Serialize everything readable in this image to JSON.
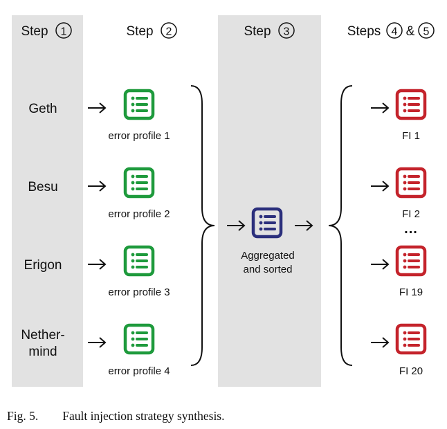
{
  "columns": {
    "step1": {
      "label": "Step",
      "num": "1"
    },
    "step2": {
      "label": "Step",
      "num": "2"
    },
    "step3": {
      "label": "Step",
      "num": "3"
    },
    "steps45": {
      "label": "Steps",
      "num_a": "4",
      "amp": "&",
      "num_b": "5"
    }
  },
  "clients": [
    "Geth",
    "Besu",
    "Erigon",
    "Nether-",
    "mind"
  ],
  "profiles": [
    "error profile 1",
    "error profile 2",
    "error profile 3",
    "error profile 4"
  ],
  "aggregate": {
    "line1": "Aggregated",
    "line2": "and sorted"
  },
  "fis": [
    "FI 1",
    "FI 2",
    "FI 19",
    "FI 20"
  ],
  "ellipsis": "...",
  "caption": "Fig. 5.  Fault injection strategy synthesis.",
  "colors": {
    "panel": "#e2e2e2",
    "green": "#1e9a3c",
    "navy": "#2b2f7c",
    "red": "#c4232b",
    "ink": "#111111"
  },
  "icons": {
    "profile": "list-icon",
    "arrow": "arrow-right-icon",
    "brace": "curly-brace-icon"
  }
}
